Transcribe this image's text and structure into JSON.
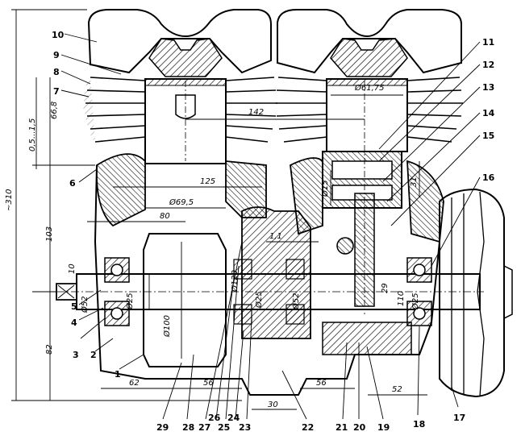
{
  "part_numbers": [
    "1",
    "2",
    "3",
    "4",
    "5",
    "6",
    "7",
    "8",
    "9",
    "10",
    "11",
    "12",
    "13",
    "14",
    "15",
    "16",
    "17",
    "18",
    "19",
    "20",
    "21",
    "22",
    "23",
    "24",
    "25",
    "26",
    "27",
    "28",
    "29"
  ],
  "dimensions": {
    "overall_height": "~310",
    "cyl_height": "66,8",
    "gap": "0,5...1,5",
    "crankcase_height": "103",
    "lower_height": "82",
    "bore_right": "Ø61,75",
    "bore_left": "Ø69,5",
    "cyl_spacing": "142",
    "cyl_center": "125",
    "left_offset": "80",
    "pin_dia": "Ø15",
    "rod_offset": "31",
    "key_width": "10",
    "bearing_outer_left": "Ø52",
    "shaft_left": "Ø25",
    "flywheel_dia": "Ø100",
    "crank_dia": "Ø120",
    "shaft_center": "Ø25",
    "bearing_center": "Ø52",
    "gap_small": "1,1",
    "rod_size": "29",
    "right_dia": "110",
    "shaft_right": "Ø25",
    "base_62": "62",
    "base_56a": "56",
    "base_30": "30",
    "base_56b": "56",
    "base_52": "52"
  }
}
